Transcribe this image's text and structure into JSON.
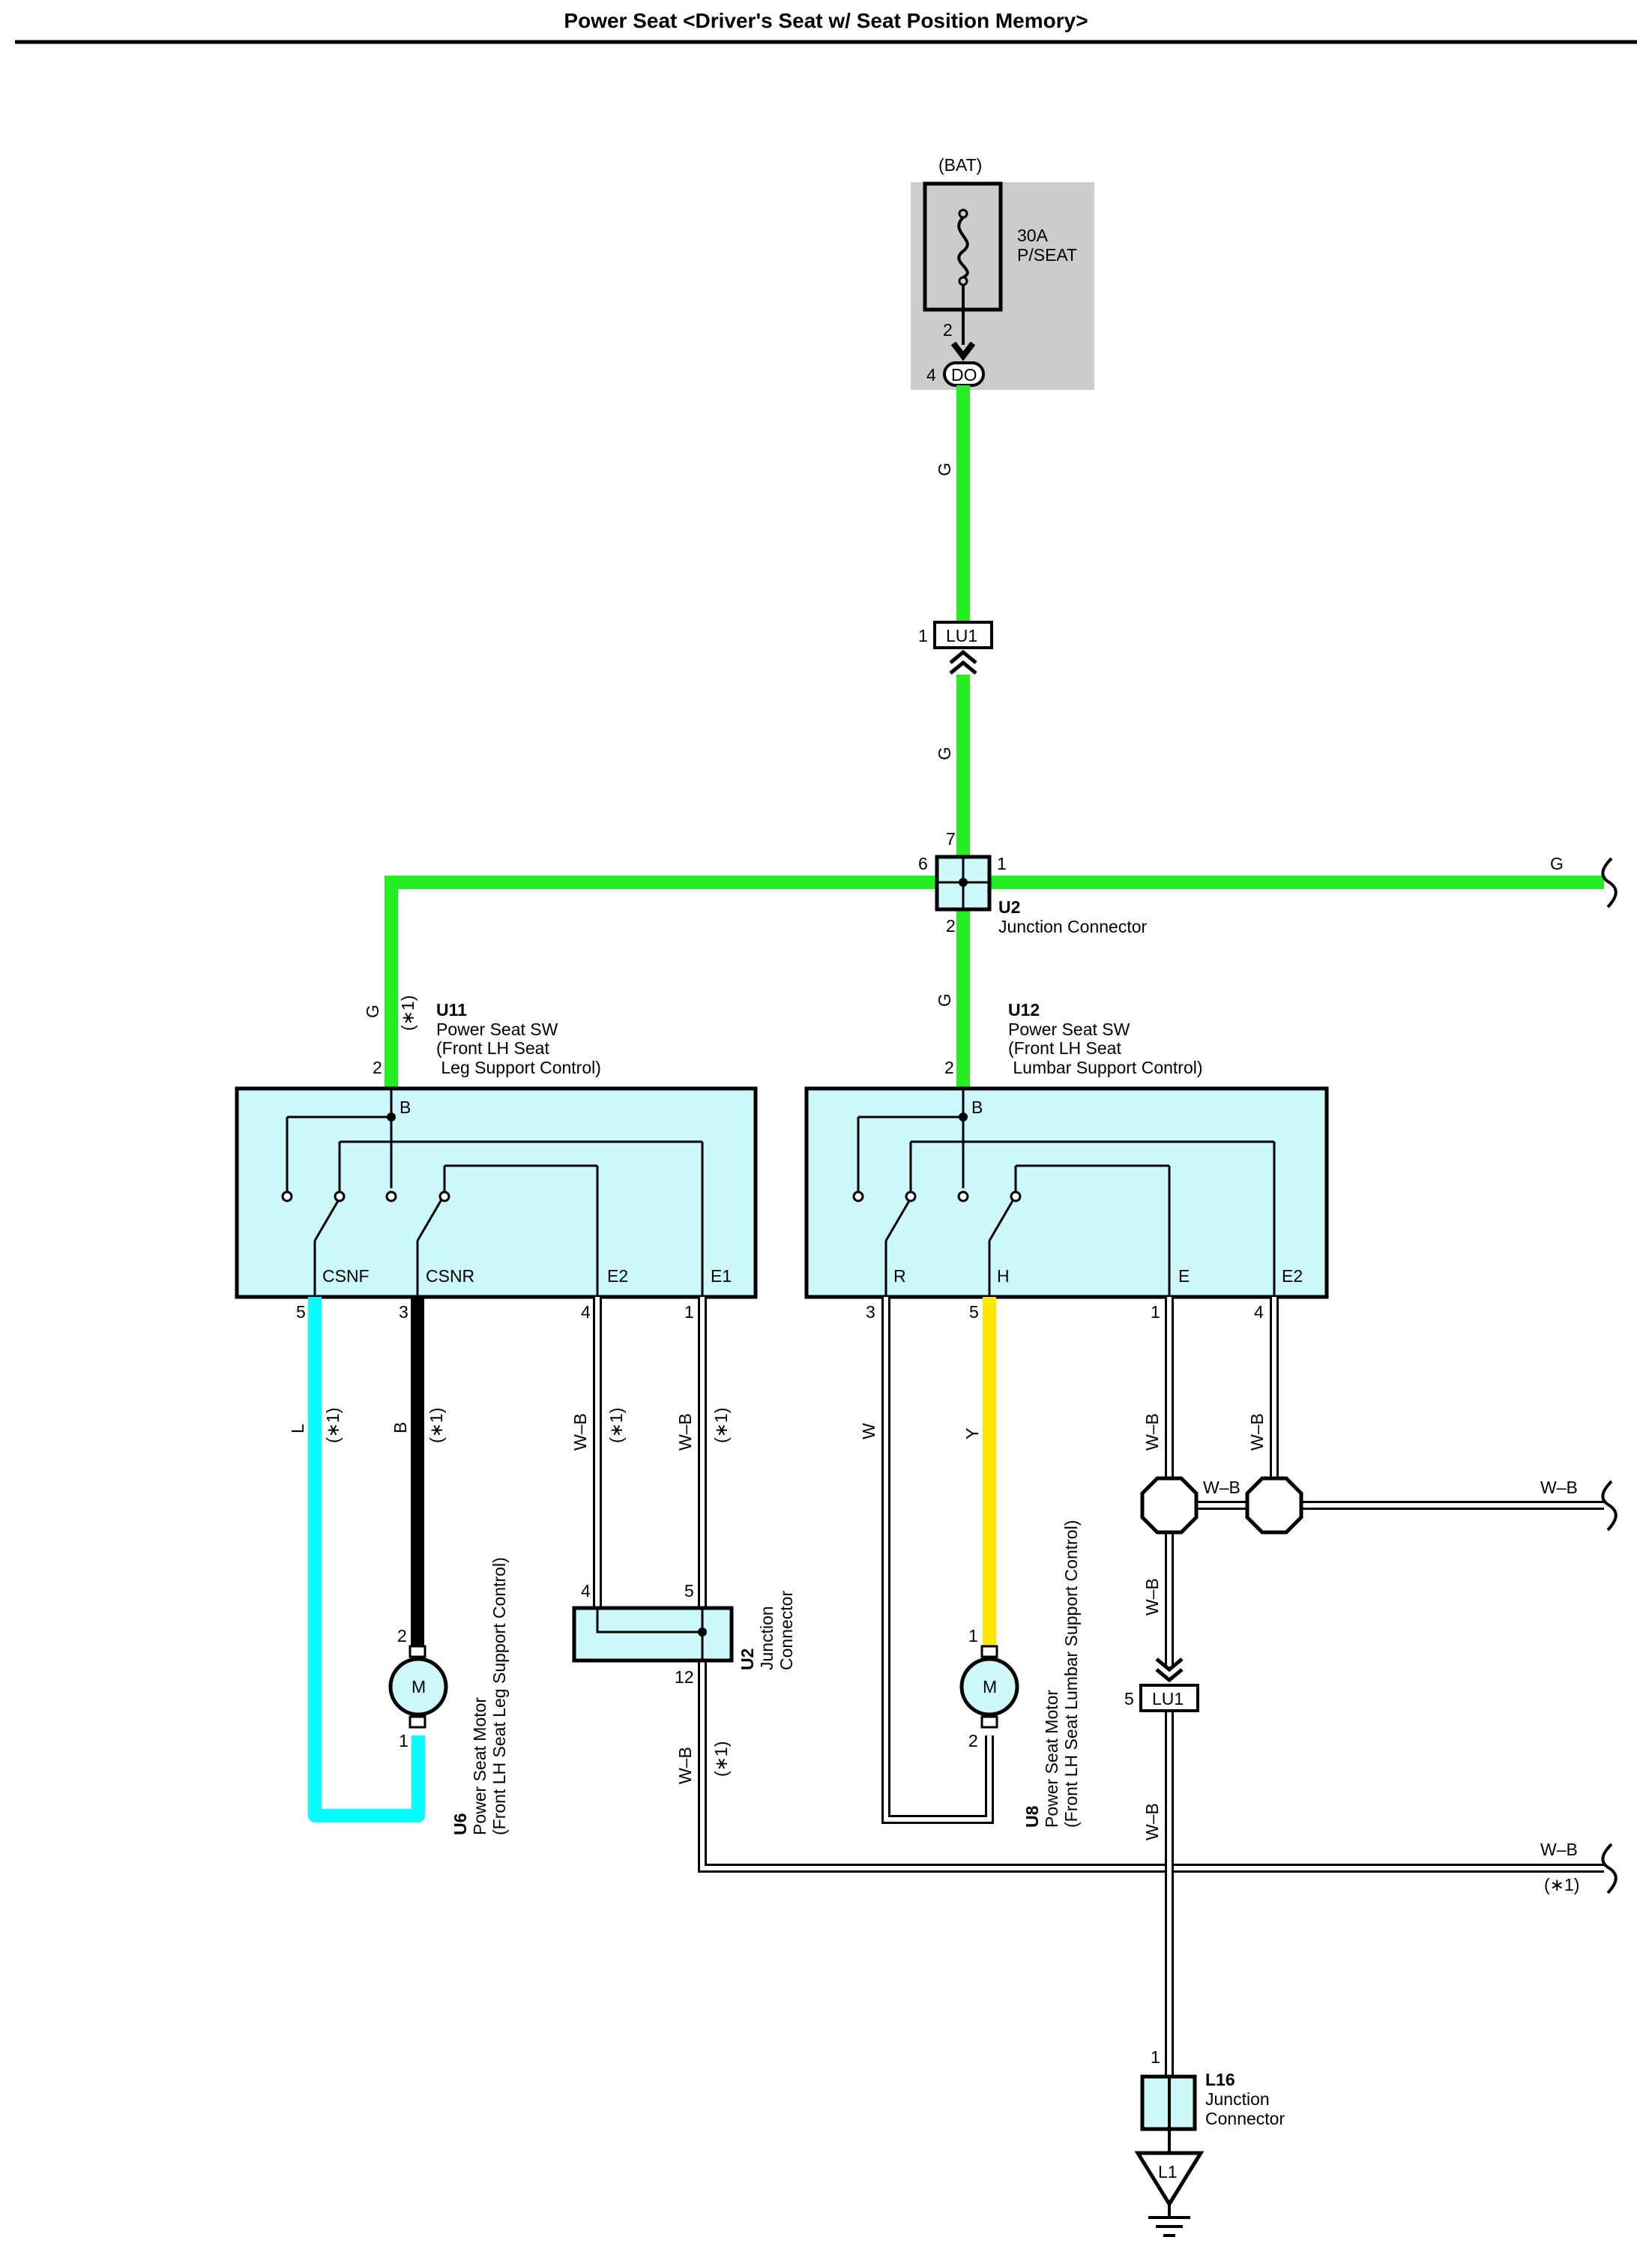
{
  "title": "Power Seat <Driver's Seat w/ Seat Position Memory>",
  "colors": {
    "G": "#22ee22",
    "L": "#00ffff",
    "B": "#000000",
    "Y": "#ffe600",
    "component_fill": "#ccf8fa",
    "relay_box_fill": "#cccccc"
  },
  "fuse": {
    "source": "(BAT)",
    "rating": "30A",
    "name": "P/SEAT",
    "pin_out": "2",
    "connector": "DO",
    "connector_pin": "4"
  },
  "wire_colors": {
    "green": "G",
    "light_blue": "L",
    "black": "B",
    "white_black": "W–B",
    "white": "W",
    "yellow": "Y"
  },
  "note_mark": "(∗1)",
  "lu1": {
    "label": "LU1",
    "top_pin": "1",
    "bottom_pin": "5"
  },
  "u2_top": {
    "id": "U2",
    "desc": "Junction Connector",
    "pins": {
      "left": "6",
      "top": "7",
      "right": "1",
      "bottom": "2"
    }
  },
  "u11": {
    "id": "U11",
    "line1": "Power Seat SW",
    "line2": "(Front LH Seat",
    "line3": " Leg Support Control)",
    "pin_b": "2",
    "term_b": "B",
    "terms": [
      "CSNF",
      "CSNR",
      "E2",
      "E1"
    ],
    "pins": [
      "5",
      "3",
      "4",
      "1"
    ]
  },
  "u12": {
    "id": "U12",
    "line1": "Power Seat SW",
    "line2": "(Front LH Seat",
    "line3": " Lumbar Support Control)",
    "pin_b": "2",
    "term_b": "B",
    "terms": [
      "R",
      "H",
      "E",
      "E2"
    ],
    "pins": [
      "3",
      "5",
      "1",
      "4"
    ]
  },
  "u6": {
    "id": "U6",
    "line1": "Power Seat Motor",
    "line2": "(Front LH Seat Leg Support Control)",
    "pin_top": "2",
    "pin_bottom": "1",
    "motor": "M"
  },
  "u8": {
    "id": "U8",
    "line1": "Power Seat Motor",
    "line2": "(Front LH Seat Lumbar Support Control)",
    "pin_top": "1",
    "pin_bottom": "2",
    "motor": "M"
  },
  "u2_bottom": {
    "id": "U2",
    "line1": "Junction",
    "line2": "Connector",
    "pin_a": "4",
    "pin_b": "5",
    "pin_c": "12"
  },
  "l16": {
    "id": "L16",
    "line1": "Junction",
    "line2": "Connector",
    "pin": "1"
  },
  "ground": {
    "label": "L1"
  }
}
